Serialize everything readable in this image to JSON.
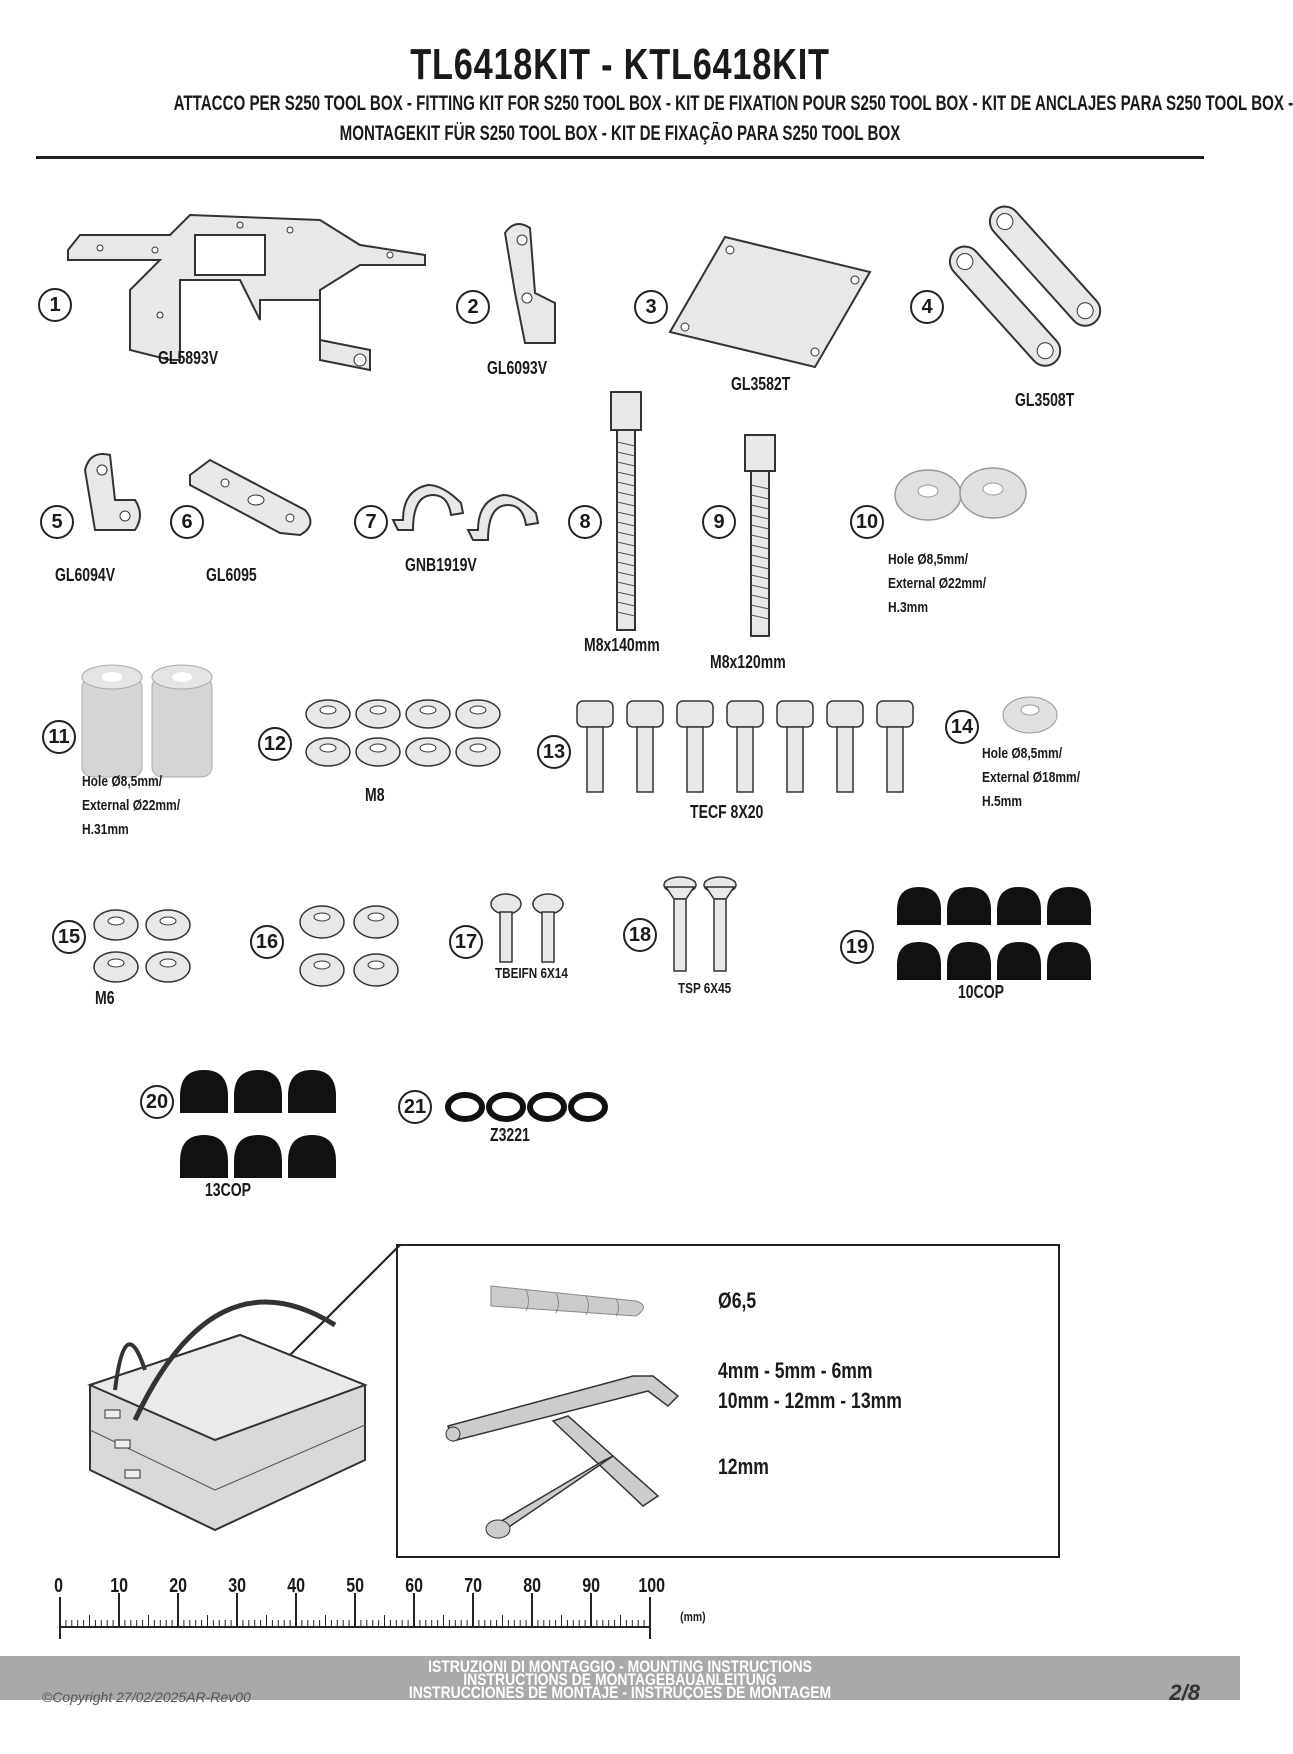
{
  "header": {
    "title": "TL6418KIT - KTL6418KIT",
    "subtitle_line1": "ATTACCO  PER S250 TOOL BOX - FITTING KIT FOR S250 TOOL BOX - KIT DE FIXATION POUR S250 TOOL BOX - KIT DE ANCLAJES PARA S250 TOOL BOX -",
    "subtitle_line2": "MONTAGEKIT FÜR S250 TOOL BOX - KIT DE FIXAÇÃO PARA S250 TOOL BOX"
  },
  "parts": [
    {
      "number": "1",
      "code": "GL5893V"
    },
    {
      "number": "2",
      "code": "GL6093V"
    },
    {
      "number": "3",
      "code": "GL3582T"
    },
    {
      "number": "4",
      "code": "GL3508T"
    },
    {
      "number": "5",
      "code": "GL6094V"
    },
    {
      "number": "6",
      "code": "GL6095"
    },
    {
      "number": "7",
      "code": "GNB1919V"
    },
    {
      "number": "8",
      "code": "M8x140mm"
    },
    {
      "number": "9",
      "code": "M8x120mm"
    },
    {
      "number": "10",
      "spec": [
        "Hole Ø8,5mm/",
        "External Ø22mm/",
        "H.3mm"
      ]
    },
    {
      "number": "11",
      "spec": [
        "Hole Ø8,5mm/",
        "External Ø22mm/",
        "H.31mm"
      ]
    },
    {
      "number": "12",
      "code": "M8"
    },
    {
      "number": "13",
      "code": "TECF 8X20"
    },
    {
      "number": "14",
      "spec": [
        "Hole Ø8,5mm/",
        "External Ø18mm/",
        "H.5mm"
      ]
    },
    {
      "number": "15",
      "code": "M6"
    },
    {
      "number": "16",
      "code": ""
    },
    {
      "number": "17",
      "code": "TBEIFN 6X14"
    },
    {
      "number": "18",
      "code": "TSP 6X45"
    },
    {
      "number": "19",
      "code": "10COP"
    },
    {
      "number": "20",
      "code": "13COP"
    },
    {
      "number": "21",
      "code": "Z3221"
    }
  ],
  "tools": {
    "drill": "Ø6,5",
    "allen_1": "4mm - 5mm - 6mm",
    "allen_2": "10mm - 12mm - 13mm",
    "socket": "12mm"
  },
  "ruler": {
    "labels": [
      "0",
      "10",
      "20",
      "30",
      "40",
      "50",
      "60",
      "70",
      "80",
      "90",
      "100"
    ],
    "unit": "(mm)"
  },
  "footer": {
    "line1": "ISTRUZIONI DI MONTAGGIO  -  MOUNTING INSTRUCTIONS",
    "line2": "INSTRUCTIONS DE MONTAGEBAUANLEITUNG",
    "line3": "INSTRUCCIONES DE MONTAJE - INSTRUÇÕES DE MONTAGEM",
    "copyright": "©Copyright 27/02/2025AR-Rev00",
    "page": "2/8"
  }
}
